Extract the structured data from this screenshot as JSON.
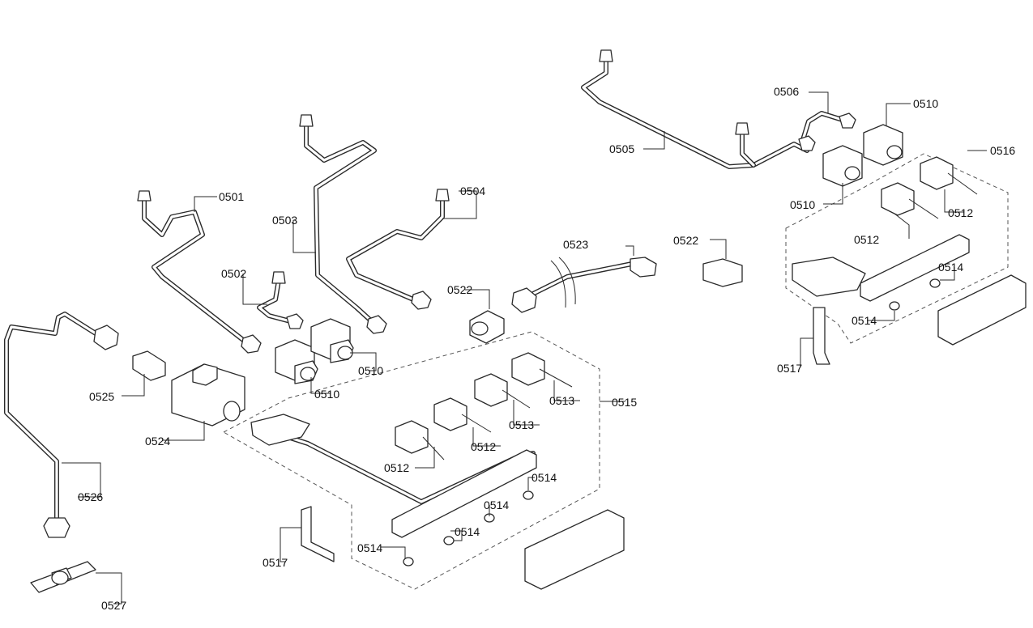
{
  "labels": [
    {
      "key": "l0501",
      "text": "0501"
    },
    {
      "key": "l0502",
      "text": "0502"
    },
    {
      "key": "l0503",
      "text": "0503"
    },
    {
      "key": "l0504",
      "text": "0504"
    },
    {
      "key": "l0505",
      "text": "0505"
    },
    {
      "key": "l0506",
      "text": "0506"
    },
    {
      "key": "l0510a",
      "text": "0510"
    },
    {
      "key": "l0510b",
      "text": "0510"
    },
    {
      "key": "l0510c",
      "text": "0510"
    },
    {
      "key": "l0510d",
      "text": "0510"
    },
    {
      "key": "l0512a",
      "text": "0512"
    },
    {
      "key": "l0512b",
      "text": "0512"
    },
    {
      "key": "l0512c",
      "text": "0512"
    },
    {
      "key": "l0512d",
      "text": "0512"
    },
    {
      "key": "l0513a",
      "text": "0513"
    },
    {
      "key": "l0513b",
      "text": "0513"
    },
    {
      "key": "l0514a",
      "text": "0514"
    },
    {
      "key": "l0514b",
      "text": "0514"
    },
    {
      "key": "l0514c",
      "text": "0514"
    },
    {
      "key": "l0514d",
      "text": "0514"
    },
    {
      "key": "l0514e",
      "text": "0514"
    },
    {
      "key": "l0514f",
      "text": "0514"
    },
    {
      "key": "l0515",
      "text": "0515"
    },
    {
      "key": "l0516",
      "text": "0516"
    },
    {
      "key": "l0517a",
      "text": "0517"
    },
    {
      "key": "l0517b",
      "text": "0517"
    },
    {
      "key": "l0522a",
      "text": "0522"
    },
    {
      "key": "l0522b",
      "text": "0522"
    },
    {
      "key": "l0523",
      "text": "0523"
    },
    {
      "key": "l0524",
      "text": "0524"
    },
    {
      "key": "l0525",
      "text": "0525"
    },
    {
      "key": "l0526",
      "text": "0526"
    },
    {
      "key": "l0527",
      "text": "0527"
    }
  ]
}
